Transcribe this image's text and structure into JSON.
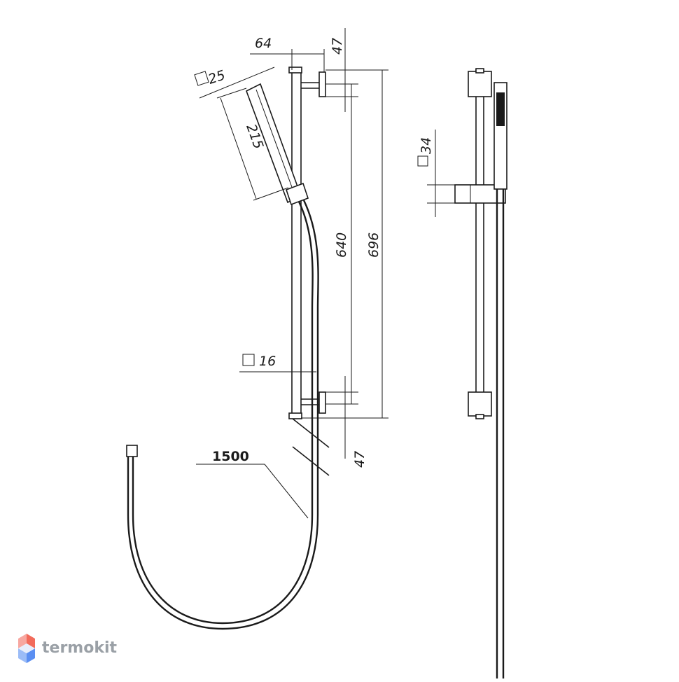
{
  "dimensions": {
    "bracket_width": "64",
    "bracket_top_offset": "47",
    "handle_square": "25",
    "handle_length": "215",
    "bar_center_distance": "640",
    "bar_total_length": "696",
    "bar_square": "16",
    "bracket_bottom_offset": "47",
    "hose_length": "1500",
    "holder_square": "34"
  },
  "brand": {
    "name": "termokit",
    "logo_colors": [
      "#f26b5b",
      "#f7a7a0",
      "#5b8ff2",
      "#9bbcf7"
    ]
  },
  "colors": {
    "line": "#1a1a1a",
    "background": "#ffffff"
  }
}
